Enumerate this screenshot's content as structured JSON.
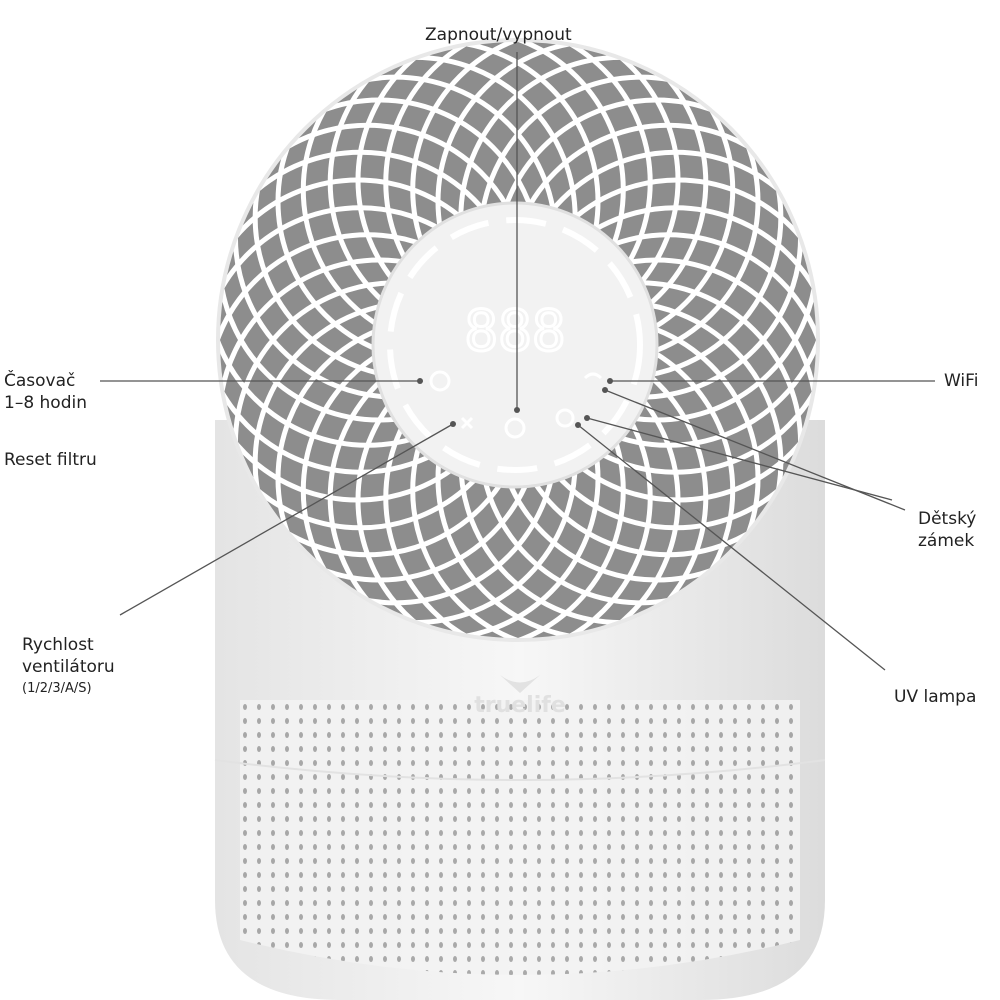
{
  "labels": {
    "power": "Zapnout/vypnout",
    "timer_line1": "Časovač",
    "timer_line2": "1–8 hodin",
    "filter_reset": "Reset filtru",
    "fan_line1": "Rychlost",
    "fan_line2": "ventilátoru",
    "fan_modes": "(1/2/3/A/S)",
    "wifi": "WiFi",
    "child_lock_line1": "Dětský",
    "child_lock_line2": "zámek",
    "uv": "UV lampa"
  },
  "device": {
    "brand": "truelife",
    "display_digits": "888"
  },
  "colors": {
    "line": "#555555",
    "body": "#f4f4f4",
    "grille_shadow": "#9a9a9a"
  }
}
